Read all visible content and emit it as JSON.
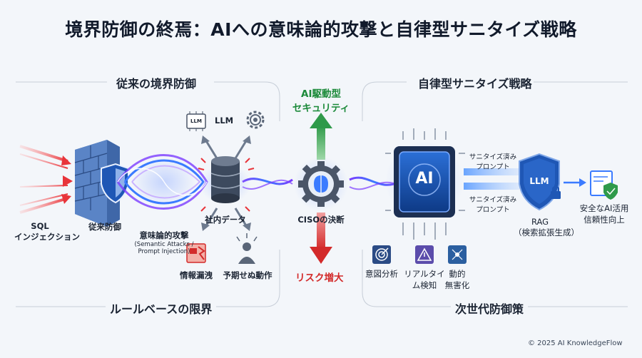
{
  "title": "境界防御の終焉：AIへの意味論的攻撃と自律型サニタイズ戦略",
  "left_section": {
    "heading": "従来の境界防御",
    "footer": "ルールベースの限界",
    "sql_label": [
      "SQL",
      "インジェクション"
    ],
    "firewall_label": "従来防御",
    "llm_label": "LLM",
    "llm_chip": "LLM",
    "db_label": "社内データ",
    "attack_label": "意味論的攻撃",
    "attack_sub": [
      "(Semantic Attacks /",
      "Prompt Injection)"
    ],
    "leak_label": "情報漏洩",
    "unexpected_label": "予期せぬ動作"
  },
  "center": {
    "up_label": [
      "AI駆動型",
      "セキュリティ"
    ],
    "decision_label": "CISOの決断",
    "down_label": "リスク増大"
  },
  "right_section": {
    "heading": "自律型サニタイズ戦略",
    "footer": "次世代防御策",
    "ai_chip": "AI",
    "sanitized_top": [
      "サニタイズ済み",
      "プロンプト"
    ],
    "sanitized_bottom": [
      "サニタイズ済み",
      "プロンプト"
    ],
    "llm_chip": "LLM",
    "rag_label": [
      "RAG",
      "（検索拡張生成）"
    ],
    "safe_label": [
      "安全なAI活用",
      "信頼性向上"
    ],
    "features": [
      {
        "label": [
          "意図分析"
        ],
        "icon": "target-icon"
      },
      {
        "label": [
          "リアルタイ",
          "ム検知"
        ],
        "icon": "alert-icon"
      },
      {
        "label": [
          "動的",
          "無害化"
        ],
        "icon": "network-icon"
      }
    ]
  },
  "copyright": "© 2025 AI KnowledgeFlow",
  "colors": {
    "attack_red": "#e8343a",
    "safe_green": "#2f9a4a",
    "shield_blue": "#1f57b5",
    "glow_blue": "#3b7bff",
    "purple": "#7a3cff"
  }
}
